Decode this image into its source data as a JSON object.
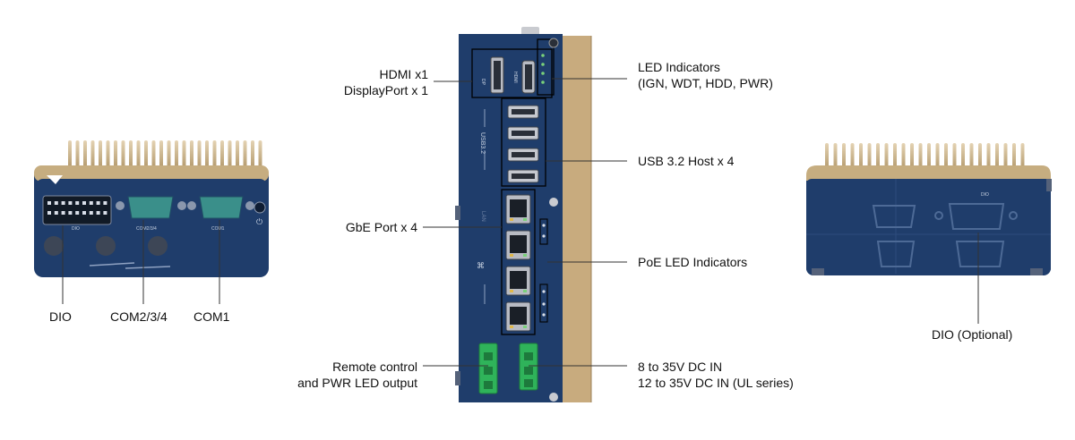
{
  "left_device": {
    "panel_labels": {
      "dio": "DIO",
      "com234": "COM2/3/4",
      "com1": "COM1"
    },
    "callouts": {
      "dio": "DIO",
      "com234": "COM2/3/4",
      "com1": "COM1"
    }
  },
  "center_device": {
    "panel_labels": {
      "dp": "DP",
      "hdmi": "HDMI",
      "usb": "USB3.2",
      "lan": "LAN"
    },
    "callouts": {
      "hdmi_dp": [
        "HDMI x1",
        "DisplayPort x 1"
      ],
      "led": [
        "LED Indicators",
        "(IGN, WDT, HDD, PWR)"
      ],
      "usb": "USB 3.2 Host x 4",
      "gbe": "GbE Port x 4",
      "poe": "PoE LED Indicators",
      "remote": [
        "Remote control",
        "and PWR LED output"
      ],
      "dcin": [
        "8 to 35V DC IN",
        "12 to 35V DC IN (UL series)"
      ]
    }
  },
  "right_device": {
    "panel_labels": {
      "dio": "DIO"
    },
    "callouts": {
      "dio_optional": "DIO (Optional)"
    }
  },
  "colors": {
    "panel_blue": "#1f3d6b",
    "panel_blue_dark": "#16325a",
    "fin_gold": "#b59a6a",
    "heatsink_tan": "#c8ab7e",
    "terminal_green": "#2fb35a",
    "db9_teal": "#3a8f8a"
  }
}
